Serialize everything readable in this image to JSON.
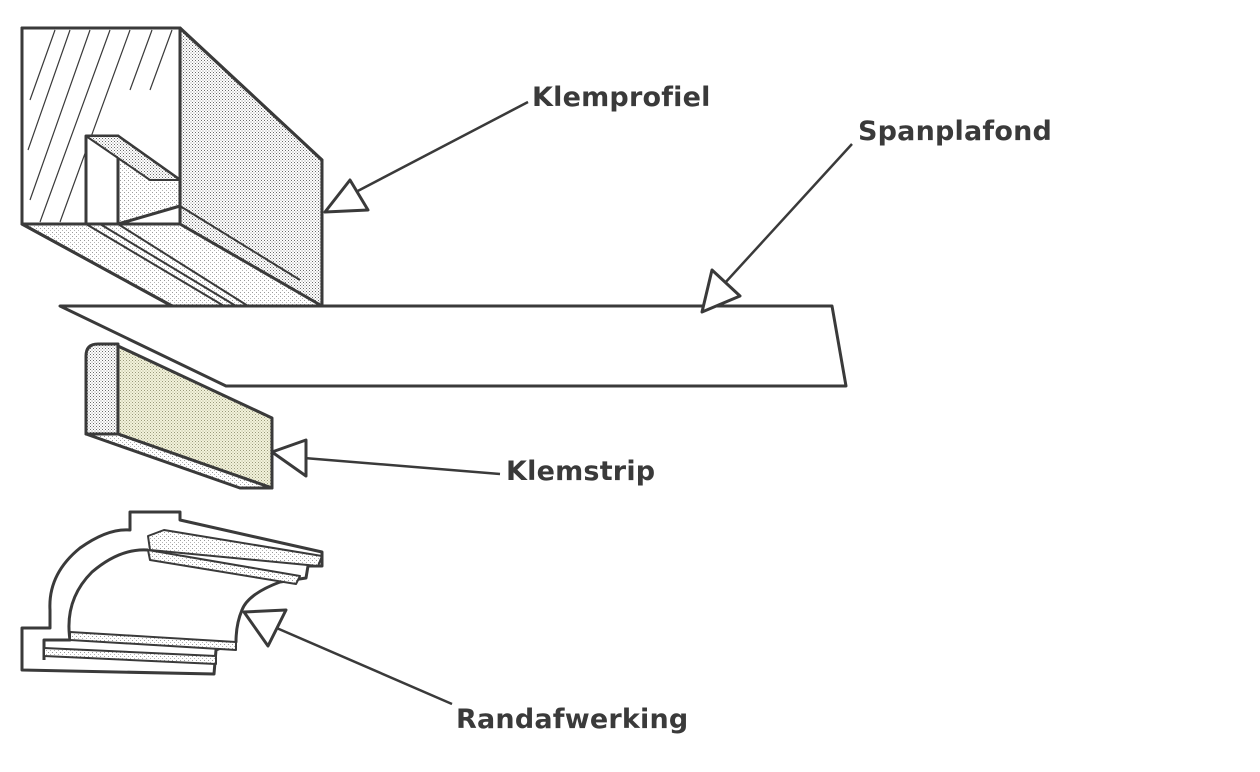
{
  "labels": {
    "klemprofiel": "Klemprofiel",
    "spanplafond": "Spanplafond",
    "klemstrip": "Klemstrip",
    "randafwerking": "Randafwerking"
  },
  "colors": {
    "outline": "#3a3a3a",
    "stipple": "#d6d6d6",
    "stipple_dark": "#bdbdbd",
    "strip_fill": "#e2e2c8",
    "background": "#ffffff"
  },
  "icons": {
    "pointer": "arrow-triangle-icon"
  }
}
